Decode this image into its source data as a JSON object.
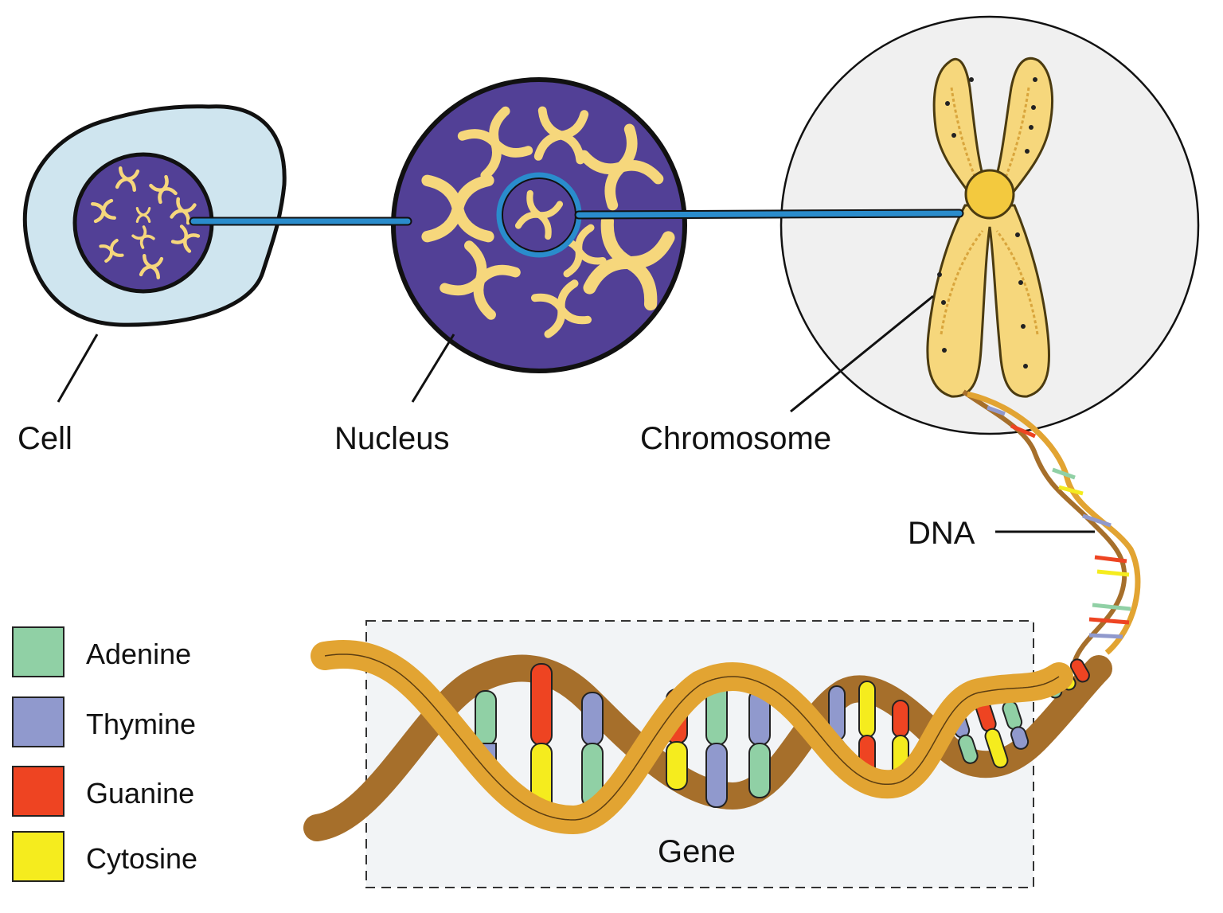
{
  "labels": {
    "cell": "Cell",
    "nucleus": "Nucleus",
    "chromosome": "Chromosome",
    "dna": "DNA",
    "gene": "Gene"
  },
  "legend": [
    {
      "name": "Adenine",
      "color": "#90d0a5"
    },
    {
      "name": "Thymine",
      "color": "#9099cd"
    },
    {
      "name": "Guanine",
      "color": "#ee4422"
    },
    {
      "name": "Cytosine",
      "color": "#f5ec1e"
    }
  ],
  "colors": {
    "cytoplasm": "#cfe5ef",
    "nucleus": "#524096",
    "chromosome": "#f6d77c",
    "connector": "#2a8ccc",
    "strand_front": "#e2a432",
    "strand_back": "#a66f2b",
    "zoom_circle": "#f0f0f0",
    "gene_box": "#f2f4f6"
  }
}
